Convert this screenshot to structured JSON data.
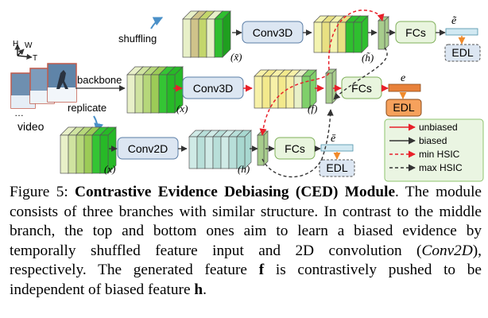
{
  "figure": {
    "axes": {
      "h": "H",
      "w": "W",
      "t": "T"
    },
    "labels": {
      "video": "video",
      "backbone": "backbone",
      "replicate": "replicate",
      "shuffling": "shuffling",
      "conv3d_top": "Conv3D",
      "conv3d_mid": "Conv3D",
      "conv2d": "Conv2D",
      "fcs_top": "FCs",
      "fcs_mid": "FCs",
      "fcs_bot": "FCs",
      "edl_top": "EDL",
      "edl_mid": "EDL",
      "edl_bot": "EDL",
      "x_tilde": "(x̃)",
      "h_tilde": "(h̃)",
      "x_mid": "(x)",
      "f_mid": "(f)",
      "x_bot": "(x)",
      "h_bot": "(h)",
      "e_tilde": "ẽ",
      "e_mid": "e",
      "e_bar": "ē",
      "dots": "…"
    },
    "legend": [
      {
        "label": "unbiased",
        "color": "#e8202a",
        "dashed": false
      },
      {
        "label": "biased",
        "color": "#333333",
        "dashed": false
      },
      {
        "label": "min HSIC",
        "color": "#e8202a",
        "dashed": true
      },
      {
        "label": "max HSIC",
        "color": "#333333",
        "dashed": true
      }
    ],
    "colors": {
      "conv_box": "#dce6f2",
      "fcs_box": "#e9f5de",
      "edl_mid": "#f6a15c",
      "edl_other": "#dce6f2",
      "legend_bg": "#eaf5e2",
      "legend_border": "#8fc46e"
    }
  },
  "caption": {
    "prefix": "Figure 5: ",
    "title": "Contrastive Evidence Debiasing (CED) Module",
    "text1": ". The module consists of three branches with similar structure. In contrast to the middle branch, the top and bottom ones aim to learn a biased evidence by temporally shuffled feature input and 2D convolution (",
    "conv2d": "Conv2D",
    "text2": "), respectively. The generated feature ",
    "f": "f",
    "text3": " is contrastively pushed to be independent of biased feature ",
    "h": "h",
    "text4": "."
  }
}
